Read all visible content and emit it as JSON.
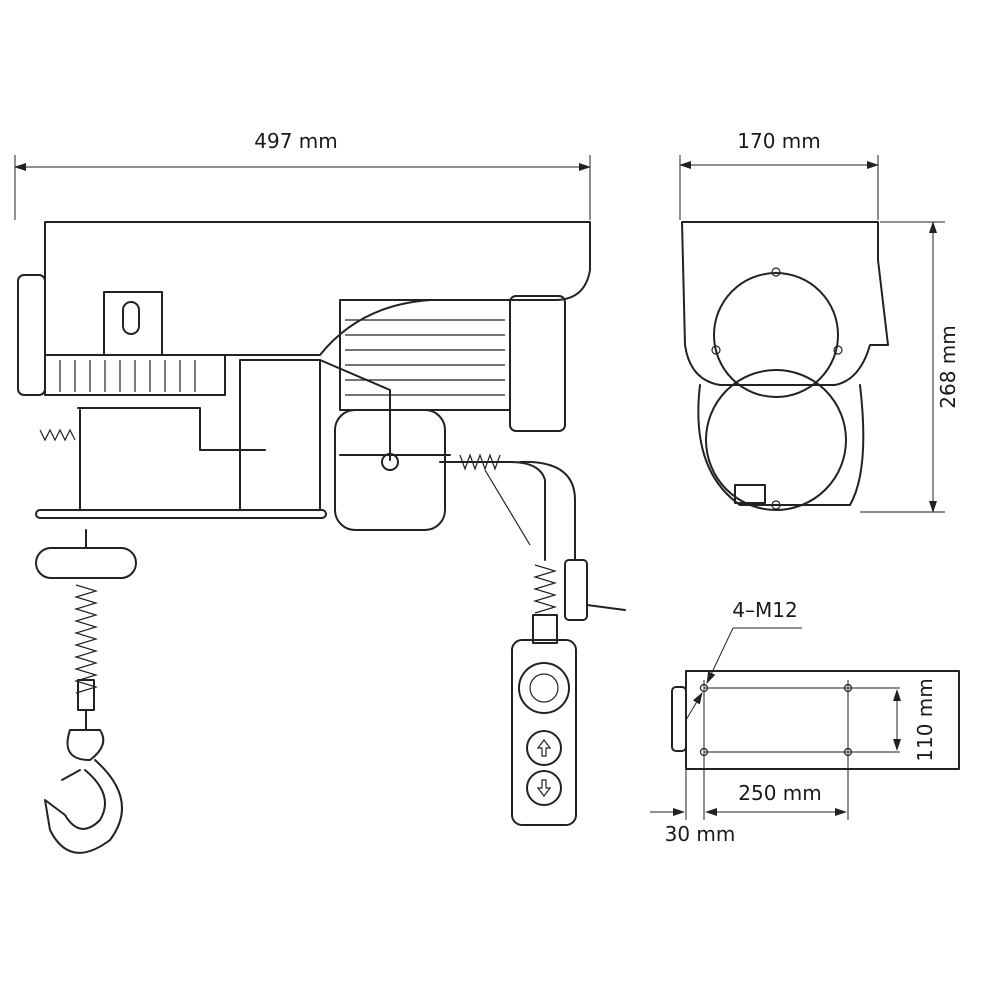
{
  "dimensions": {
    "overall_length": "497 mm",
    "width": "170 mm",
    "height": "268 mm",
    "mounting_bolts": "4–M12",
    "hole_spacing_vertical": "110 mm",
    "hole_spacing_horizontal": "250 mm",
    "edge_offset": "30 mm"
  }
}
